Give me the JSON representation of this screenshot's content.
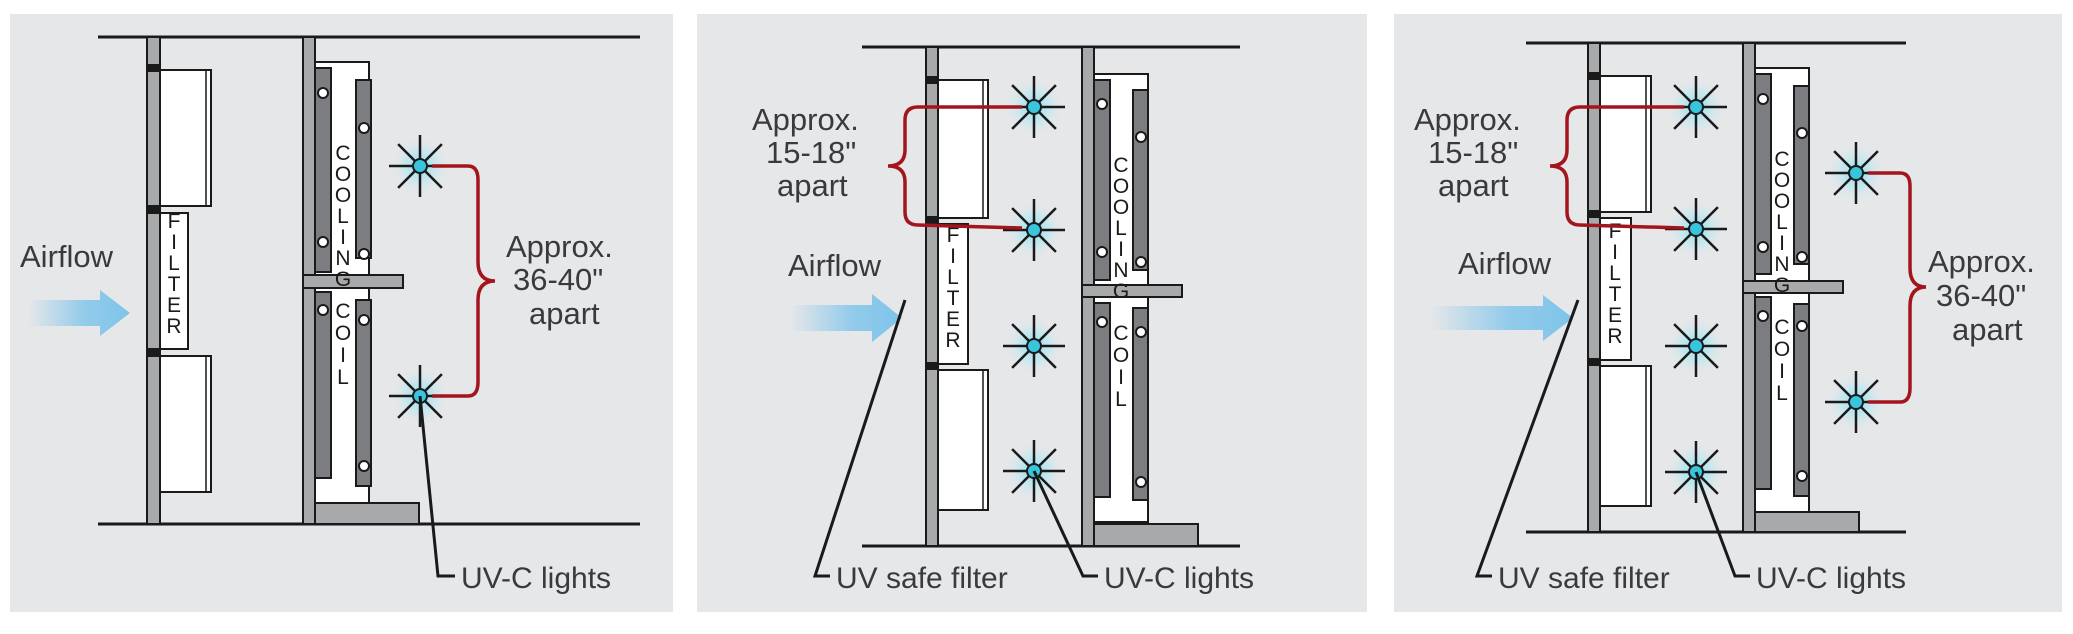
{
  "colors": {
    "panel_bg": "#e6e7e9",
    "frame_gray": "#a8a9ab",
    "coil_dark": "#7c7d80",
    "bracket_red": "#a3151c",
    "uv_light": "#38c5dd",
    "airflow_arrow": "#7ec4ea"
  },
  "text": {
    "airflow": "Airflow",
    "filter": "FILTER",
    "coil_top": "COOLING",
    "coil_bottom": "COIL",
    "approx": "Approx.",
    "wide_distance": "36-40\"",
    "close_distance": "15-18\"",
    "apart": "apart",
    "uv_lights": "UV-C lights",
    "uv_filter": "UV safe filter"
  },
  "panels": [
    {
      "id": "one-row-after-coil",
      "uv_light_count": 2
    },
    {
      "id": "four-lights-between-filter-and-coil",
      "uv_light_count": 4
    },
    {
      "id": "combined-layout",
      "uv_light_count": 6
    }
  ]
}
